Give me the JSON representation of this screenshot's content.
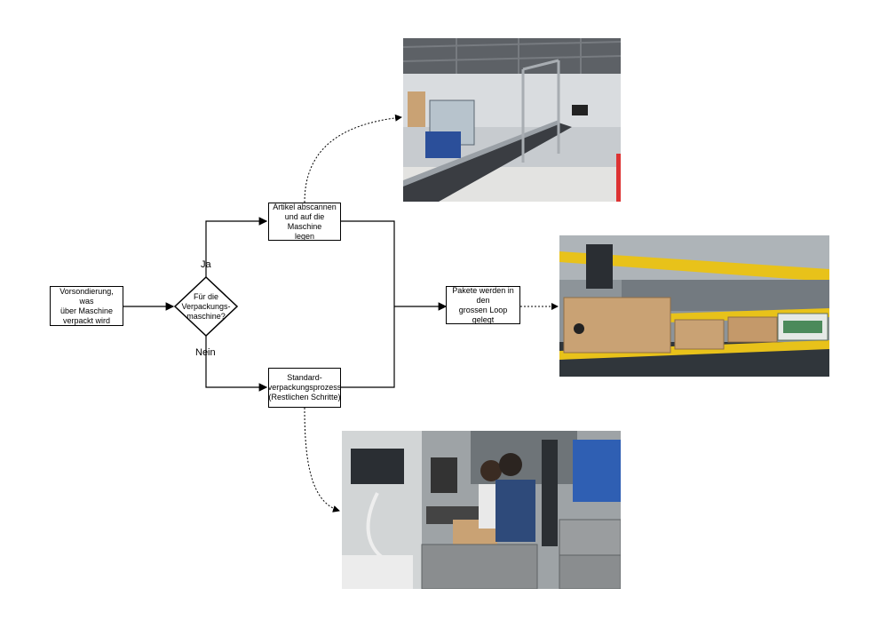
{
  "diagram": {
    "nodes": {
      "start": "Vorsondierung, was\nüber Maschine\nverpackt wird",
      "decision": "Für die\nVerpackungs-\nmaschine?",
      "scan": "Artikel abscannen\nund auf die Maschine\nlegen",
      "standard": "Standard-\nverpackungsprozess\n(Restlichen Schritte)",
      "loop": "Pakete werden in den\ngrossen Loop gelegt"
    },
    "edges": {
      "yes_label": "Ja",
      "no_label": "Nein"
    }
  },
  "colors": {
    "line": "#000000",
    "conveyor_yellow": "#e8c21a",
    "cardboard": "#c9a274",
    "crate_gray": "#8a8d8f",
    "hoodie_blue": "#2e4a7a"
  }
}
